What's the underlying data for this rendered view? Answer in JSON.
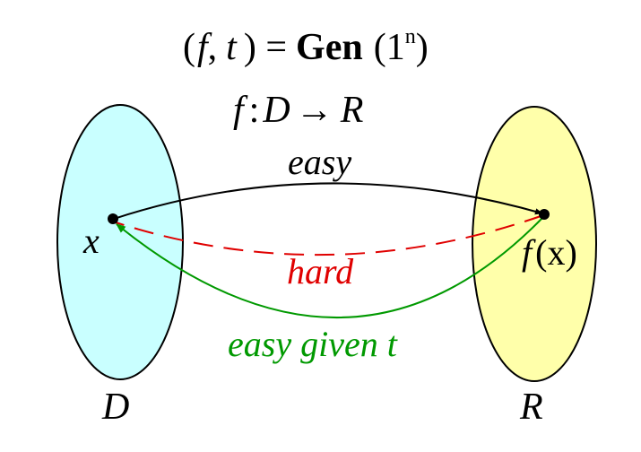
{
  "header": {
    "line1": {
      "open_paren": "(",
      "f": "f",
      "comma": ",",
      "t": "t",
      "close_paren_eq": ") =",
      "gen": "Gen",
      "arg_open": "(1",
      "arg_sup": "n",
      "arg_close": ")"
    },
    "line2": {
      "f": "f",
      "colon": ":",
      "D": "D",
      "arrow": "→",
      "R": "R"
    }
  },
  "sets": {
    "domain_label": "D",
    "range_label": "R"
  },
  "points": {
    "x_label": "x",
    "fx_f": "f",
    "fx_arg": "(x)"
  },
  "edges": {
    "easy_label": "easy",
    "hard_label": "hard",
    "easy_given_t_label": "easy given t"
  },
  "colors": {
    "domain_fill": "#c9ffff",
    "range_fill": "#ffffaa",
    "outline": "#000000",
    "easy_arrow": "#000000",
    "hard_arrow": "#e00000",
    "trapdoor_arrow": "#009900",
    "background": "#ffffff"
  }
}
